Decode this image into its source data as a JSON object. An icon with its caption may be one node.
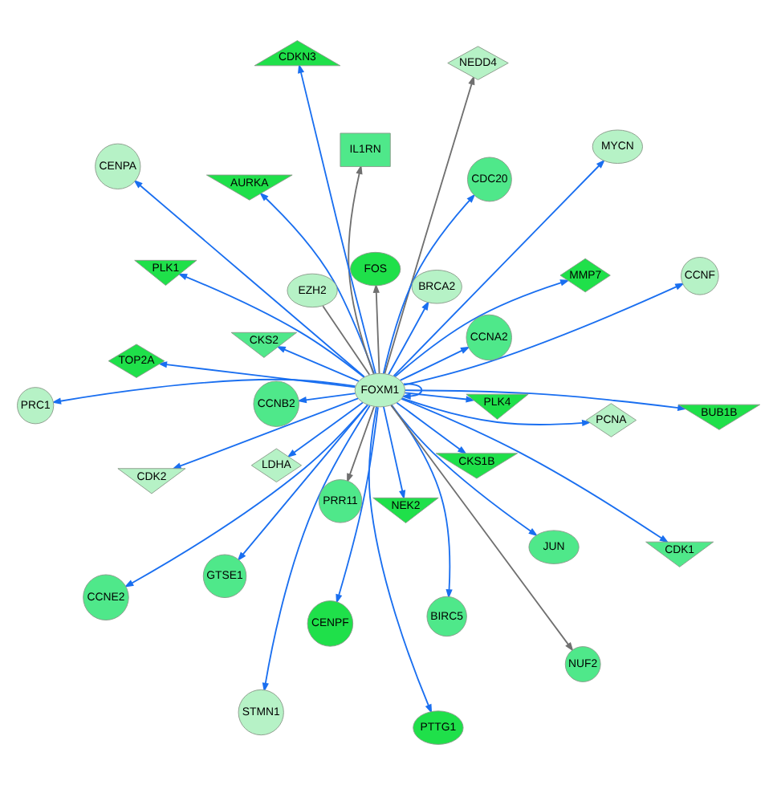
{
  "diagram": {
    "nodes": [
      {
        "text": [
          "TOP2A"
        ]
      },
      {
        "text": [
          "BUB1B"
        ]
      },
      {
        "text": [
          "NEK2"
        ]
      },
      {
        "text": [
          "AURKA"
        ]
      },
      {
        "text": [
          "CCNF"
        ]
      },
      {
        "text": [
          "CCNB2"
        ]
      },
      {
        "text": [
          "CDK2"
        ]
      },
      {
        "text": [
          "PTTG1"
        ]
      },
      {
        "text": [
          "CKS1B"
        ]
      },
      {
        "text": [
          "BIRC5"
        ]
      },
      {
        "text": [
          "STMN1"
        ]
      },
      {
        "text": [
          "LDHA"
        ]
      },
      {
        "text": [
          "PCNA"
        ]
      },
      {
        "text": [
          "MYCN"
        ]
      },
      {
        "text": [
          "CCNA2"
        ]
      },
      {
        "text": [
          "JUN"
        ]
      },
      {
        "text": [
          "FOXM1"
        ]
      },
      {
        "text": [
          "CENPA"
        ]
      },
      {
        "text": [
          "CKS2"
        ]
      },
      {
        "text": [
          "PLK1"
        ]
      },
      {
        "text": [
          "PRC1"
        ]
      },
      {
        "text": [
          "PRR11"
        ]
      },
      {
        "text": [
          "IL1RN"
        ]
      },
      {
        "text": [
          "CDKN3"
        ]
      },
      {
        "text": [
          "FOS"
        ]
      },
      {
        "text": [
          "CENPF"
        ]
      },
      {
        "text": [
          "NEDD4"
        ]
      },
      {
        "text": [
          "BRCA2"
        ]
      },
      {
        "text": [
          "GTSE1"
        ]
      },
      {
        "text": [
          "CDK1"
        ]
      },
      {
        "text": [
          "PLK4"
        ]
      },
      {
        "text": [
          "MMP7"
        ]
      },
      {
        "text": [
          "CCNE2"
        ]
      },
      {
        "text": [
          "EZH2"
        ]
      },
      {
        "text": [
          "CDC20"
        ]
      },
      {
        "text": [
          "NUF2"
        ]
      }
    ],
    "edges": [
      {
        "from": 16,
        "to": 16,
        "arrow": "to"
      },
      {
        "from": 16,
        "to": 0,
        "arrow": "to"
      },
      {
        "from": 16,
        "to": 1,
        "arrow": "to"
      },
      {
        "from": 16,
        "to": 2,
        "arrow": "to"
      },
      {
        "from": 16,
        "to": 3,
        "arrow": "to"
      },
      {
        "from": 16,
        "to": 4,
        "arrow": "to"
      },
      {
        "from": 16,
        "to": 5,
        "arrow": "to"
      },
      {
        "from": 16,
        "to": 6,
        "arrow": "to"
      },
      {
        "from": 16,
        "to": 7,
        "arrow": "to"
      },
      {
        "from": 16,
        "to": 8,
        "arrow": "to"
      },
      {
        "from": 16,
        "to": 9,
        "arrow": "to"
      },
      {
        "from": 16,
        "to": 10,
        "arrow": "to"
      },
      {
        "from": 16,
        "to": 11,
        "arrow": "to"
      },
      {
        "from": 16,
        "to": 12,
        "arrow": "to"
      },
      {
        "from": 16,
        "to": 13,
        "arrow": "to"
      },
      {
        "from": 16,
        "to": 14,
        "arrow": "to"
      },
      {
        "from": 16,
        "to": 15,
        "arrow": "to"
      },
      {
        "from": 16,
        "to": 17,
        "arrow": "to"
      },
      {
        "from": 16,
        "to": 18,
        "arrow": "to"
      },
      {
        "from": 16,
        "to": 19,
        "arrow": "to"
      },
      {
        "from": 16,
        "to": 20,
        "arrow": "to"
      },
      {
        "from": 16,
        "to": 21,
        "arrow": "to",
        "color": "#707070"
      },
      {
        "from": 16,
        "to": 22,
        "arrow": "to",
        "color": "#707070"
      },
      {
        "from": 16,
        "to": 23,
        "arrow": "to"
      },
      {
        "from": 16,
        "to": 24,
        "arrow": "to",
        "color": "#707070"
      },
      {
        "from": 16,
        "to": 25,
        "arrow": "to"
      },
      {
        "from": 16,
        "to": 26,
        "arrow": "to",
        "color": "#707070"
      },
      {
        "from": 16,
        "to": 27,
        "arrow": "to"
      },
      {
        "from": 16,
        "to": 28,
        "arrow": "to"
      },
      {
        "from": 16,
        "to": 29,
        "arrow": "to"
      },
      {
        "from": 16,
        "to": 30,
        "arrow": "to"
      },
      {
        "from": 16,
        "to": 31,
        "arrow": "to"
      },
      {
        "from": 16,
        "to": 32,
        "arrow": "to"
      },
      {
        "from": 33,
        "to": 16,
        "arrow": "none",
        "color": "#707070"
      },
      {
        "from": 16,
        "to": 34,
        "arrow": "to"
      },
      {
        "from": 16,
        "to": 35,
        "arrow": "to",
        "color": "#707070"
      }
    ]
  }
}
